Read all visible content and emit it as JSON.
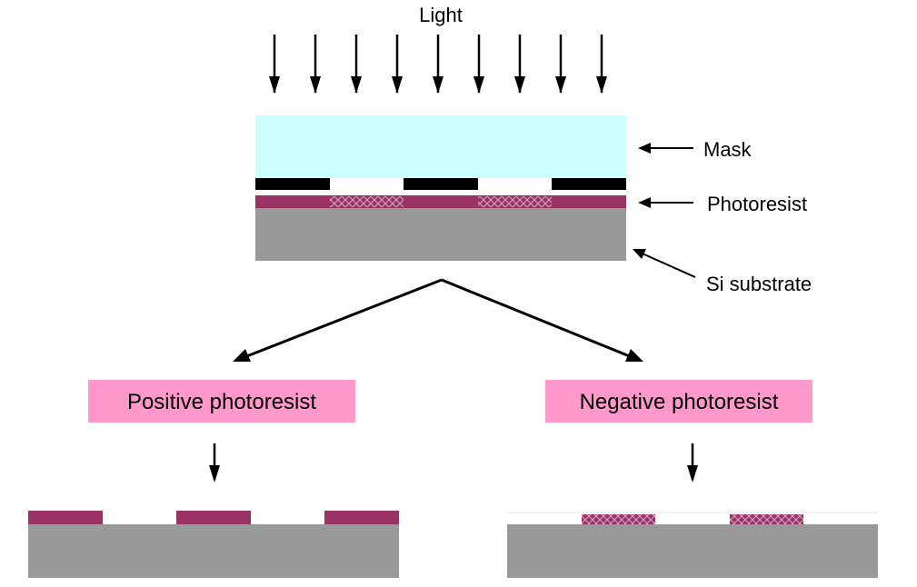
{
  "labels": {
    "light": "Light",
    "mask": "Mask",
    "photoresist": "Photoresist",
    "substrate": "Si substrate"
  },
  "branches": {
    "positive": "Positive photoresist",
    "negative": "Negative photoresist"
  },
  "colors": {
    "mask_glass": "#ccffff",
    "mask_chrome": "#000000",
    "photoresist": "#993366",
    "exposed_pattern": "#cc88bb",
    "substrate": "#999999",
    "label_box": "#ff99cc",
    "arrow": "#000000"
  },
  "icons": {
    "light_ray": "down-arrow-icon",
    "pointer": "left-arrow-icon"
  }
}
